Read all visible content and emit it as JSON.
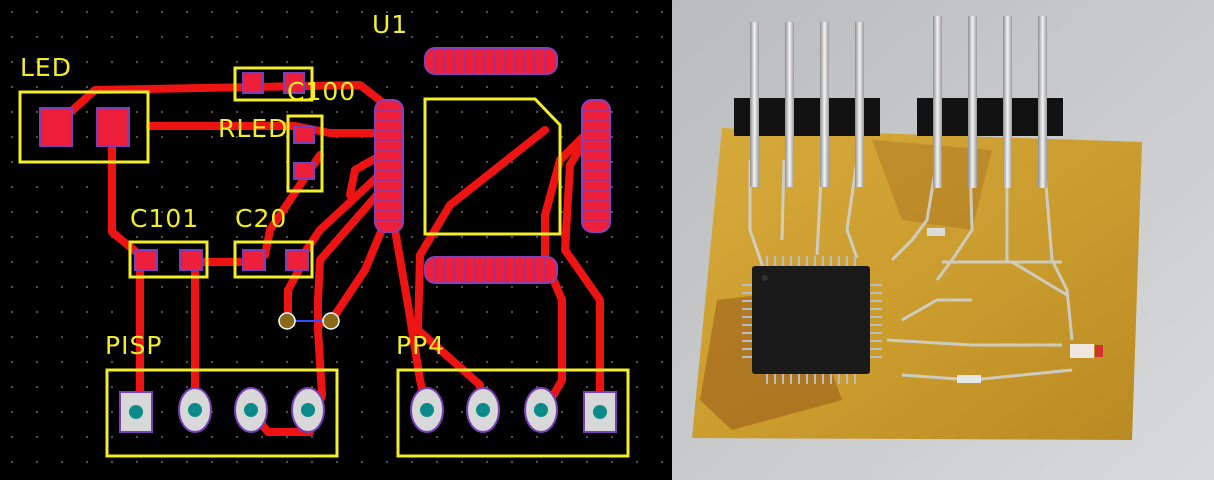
{
  "pcb_layout": {
    "background": "#000000",
    "trace_color": "#ee1414",
    "silk_color": "#f2ee27",
    "pad_color": "#ee1f3a",
    "hole_color": "#0b8a8a",
    "designators": {
      "u1": "U1",
      "led": "LED",
      "c100": "C100",
      "rled": "RLED",
      "c101": "C101",
      "c20": "C20",
      "pisp": "PISP",
      "pp4": "PP4"
    }
  },
  "photo": {
    "subject": "assembled-pcb-photo",
    "board_color": "#c9a336",
    "chip_color": "#1a1a1a"
  }
}
